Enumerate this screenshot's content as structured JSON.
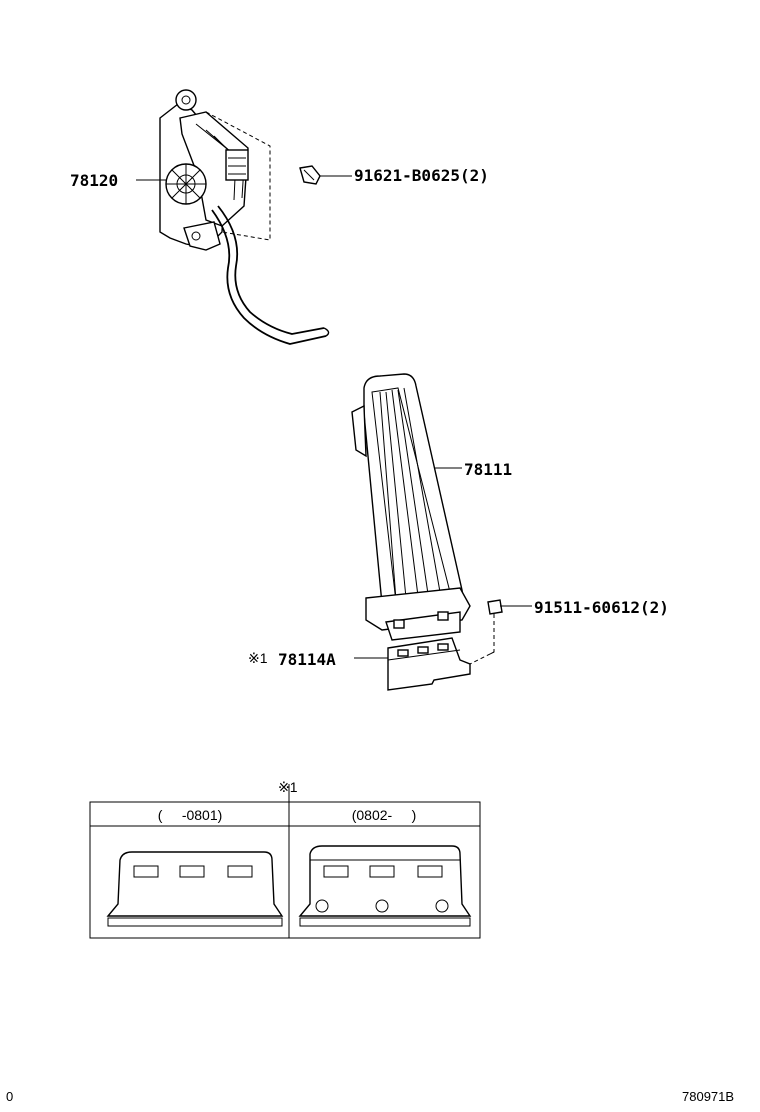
{
  "parts": {
    "sensor_assembly": "78120",
    "sensor_bolt": "91621-B0625(2)",
    "pedal_pad": "78111",
    "bracket_bolt": "91511-60612(2)",
    "bracket_mark": "※1",
    "bracket": "78114A"
  },
  "variant_table": {
    "mark": "※1",
    "col_left_header": "(     -0801)",
    "col_right_header": "(0802-     )"
  },
  "footer": {
    "left_code": "0",
    "right_code": "780971B"
  }
}
